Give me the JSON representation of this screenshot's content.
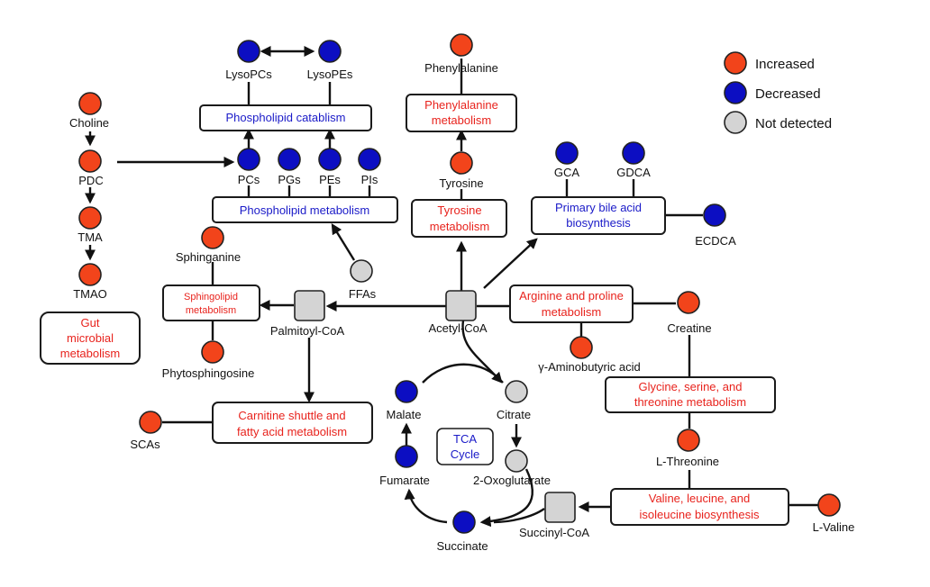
{
  "colors": {
    "increased": "#f2441b",
    "decreased": "#0c0ec2",
    "not_detected": "#d4d4d4",
    "node_stroke": "#222222",
    "box_red_text": "#e8231d",
    "box_blue_text": "#1a1ac8"
  },
  "legend": {
    "increased": "Increased",
    "decreased": "Decreased",
    "not_detected": "Not detected"
  },
  "metabolites": {
    "lysopcs": "LysoPCs",
    "lysopes": "LysoPEs",
    "pcs": "PCs",
    "pgs": "PGs",
    "pes": "PEs",
    "pis": "PIs",
    "choline": "Choline",
    "pdc": "PDC",
    "tma": "TMA",
    "tmao": "TMAO",
    "phenylalanine": "Phenylalanine",
    "tyrosine": "Tyrosine",
    "gca": "GCA",
    "gdca": "GDCA",
    "ecdca": "ECDCA",
    "sphinganine": "Sphinganine",
    "phytosphingosine": "Phytosphingosine",
    "ffas": "FFAs",
    "palmitoyl_coa": "Palmitoyl-CoA",
    "acetyl_coa": "Acetyl-CoA",
    "creatine": "Creatine",
    "gaba": "γ-Aminobutyric acid",
    "malate": "Malate",
    "citrate": "Citrate",
    "fumarate": "Fumarate",
    "oxoglutarate": "2-Oxoglutarate",
    "succinate": "Succinate",
    "succinyl_coa": "Succinyl-CoA",
    "scas": "SCAs",
    "l_threonine": "L-Threonine",
    "l_valine": "L-Valine"
  },
  "pathways": {
    "phospholipid_catabolism": [
      "Phospholipid catablism"
    ],
    "phospholipid_metabolism": [
      "Phospholipid metabolism"
    ],
    "phenylalanine_metabolism": [
      "Phenylalanine",
      "metabolism"
    ],
    "tyrosine_metabolism": [
      "Tyrosine",
      "metabolism"
    ],
    "primary_bile_acid": [
      "Primary bile acid",
      "biosynthesis"
    ],
    "sphingolipid_metabolism": [
      "Sphingolipid",
      "metabolism"
    ],
    "gut_microbial": [
      "Gut",
      "microbial",
      "metabolism"
    ],
    "arginine_proline": [
      "Arginine and proline",
      "metabolism"
    ],
    "glycine_serine_threonine": [
      "Glycine, serine, and",
      "threonine metabolism"
    ],
    "carnitine_shuttle": [
      "Carnitine shuttle and",
      "fatty acid metabolism"
    ],
    "valine_leucine": [
      "Valine, leucine, and",
      "isoleucine biosynthesis"
    ],
    "tca_cycle": [
      "TCA",
      "Cycle"
    ]
  }
}
